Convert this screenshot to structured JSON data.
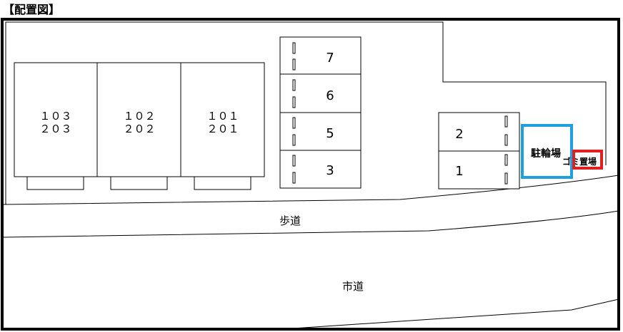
{
  "title": "【配置図】",
  "buildings": [
    {
      "upper": "１０３",
      "lower": "２０３"
    },
    {
      "upper": "１０２",
      "lower": "２０２"
    },
    {
      "upper": "１０１",
      "lower": "２０１"
    }
  ],
  "parking_column": [
    "7",
    "6",
    "5",
    "3"
  ],
  "parking_right": [
    "2",
    "1"
  ],
  "bicycle_parking": "駐輪場",
  "garbage": "ゴミ置場",
  "sidewalk": "歩道",
  "city_road": "市道",
  "colors": {
    "bicycle": "#1ea0e0",
    "garbage": "#e02020"
  }
}
